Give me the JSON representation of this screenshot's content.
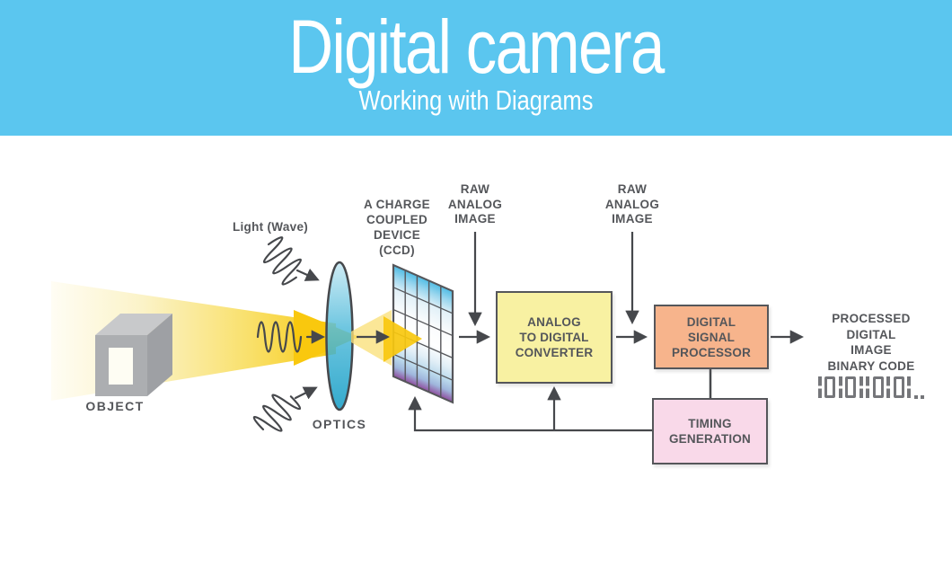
{
  "header": {
    "title": "Digital camera",
    "subtitle": "Working with Diagrams",
    "background_color": "#5BC6EF",
    "text_color": "#FFFFFF"
  },
  "diagram": {
    "labels": {
      "object": "OBJECT",
      "light_wave": "Light (Wave)",
      "optics": "OPTICS",
      "ccd": "A CHARGE\nCOUPLED\nDEVICE\n(CCD)",
      "raw_analog_image_left": "RAW\nANALOG\nIMAGE",
      "raw_analog_image_right": "RAW\nANALOG\nIMAGE",
      "output": "PROCESSED\nDIGITAL\nIMAGE\nBINARY CODE",
      "binary_code": "1010110101.."
    },
    "boxes": {
      "adc": {
        "label": "ANALOG\nTO DIGITAL\nCONVERTER",
        "fill_color": "#F8F1A2"
      },
      "dsp": {
        "label": "DIGITAL\nSIGNAL\nPROCESSOR",
        "fill_color": "#F7B48C"
      },
      "timing": {
        "label": "TIMING\nGENERATION",
        "fill_color": "#F9D9E9"
      }
    },
    "colors": {
      "beam_gold": "#F9C80E",
      "beam_pale": "#FCEFAE",
      "lens_teal": "#2FA9CC",
      "ccd_cyan": "#4FBCE4",
      "ccd_purple": "#8F4D9E",
      "line_dark": "#46484C",
      "label_text": "#54565A"
    }
  }
}
